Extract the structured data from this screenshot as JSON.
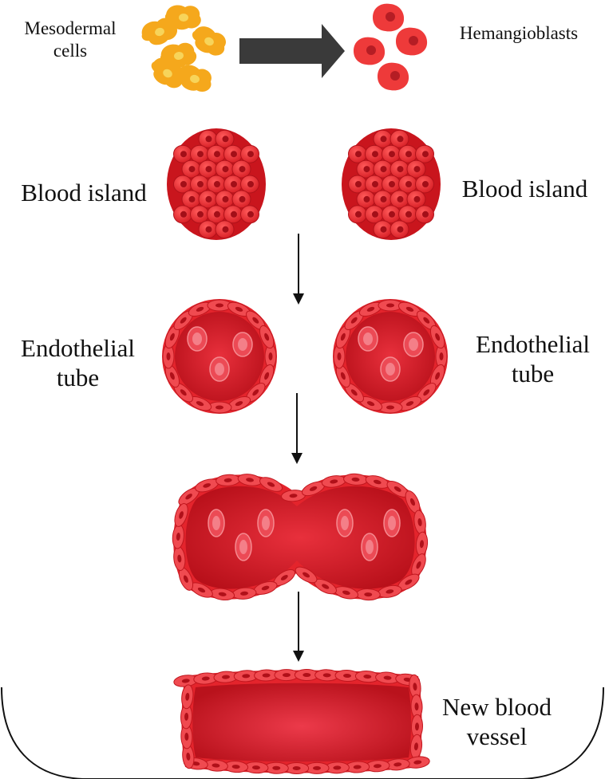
{
  "labels": {
    "mesodermal_line1": "Mesodermal",
    "mesodermal_line2": "cells",
    "hemangioblasts": "Hemangioblasts",
    "blood_island_left": "Blood island",
    "blood_island_right": "Blood island",
    "endothelial_left_line1": "Endothelial",
    "endothelial_left_line2": "tube",
    "endothelial_right_line1": "Endothelial",
    "endothelial_right_line2": "tube",
    "new_vessel_line1": "New blood",
    "new_vessel_line2": "vessel"
  },
  "colors": {
    "mesoderm_cell": "#f5a81c",
    "mesoderm_nucleus": "#f7d45a",
    "hemangioblast": "#ee3a3a",
    "hemangioblast_nucleus": "#b51d24",
    "tube_wall": "#e8232b",
    "tube_lumen": "#c4141e",
    "tube_lumen_center": "#e02a37",
    "endothelial_cell": "#f04e53",
    "arrow": "#3a3a3a",
    "frame": "#111111"
  },
  "icons": [
    "mesodermal-cells-icon",
    "hemangioblasts-icon",
    "blood-island-icon",
    "endothelial-tube-icon",
    "fused-tubes-icon",
    "new-blood-vessel-icon"
  ]
}
